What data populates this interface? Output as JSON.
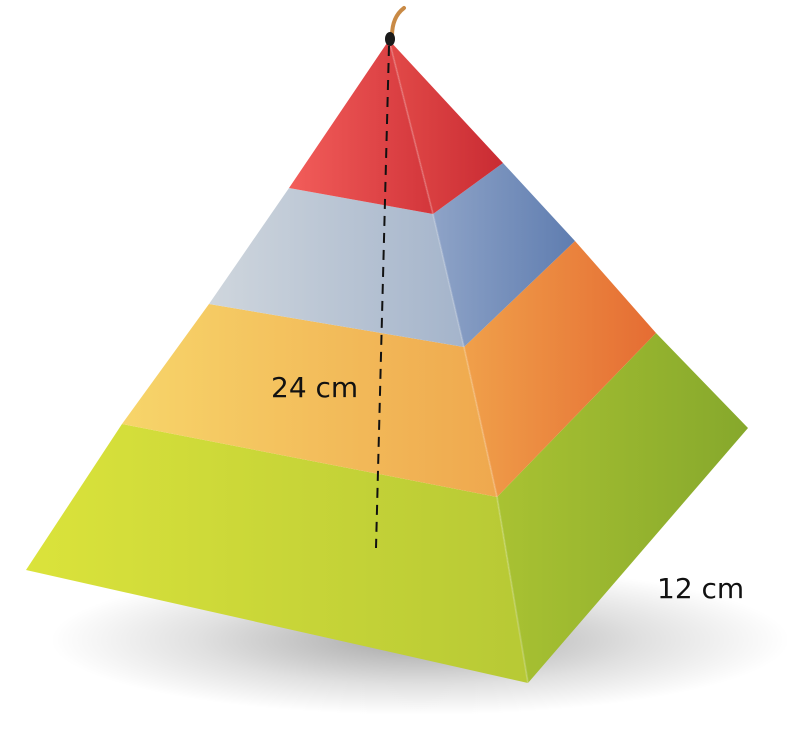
{
  "diagram": {
    "labels": {
      "height": "24 cm",
      "base_side": "12 cm"
    },
    "layers": [
      {
        "name": "top",
        "front_color": "#e0413f",
        "side_color": "#cf3036"
      },
      {
        "name": "upper-middle",
        "front_color": "#b4c0d2",
        "side_color": "#6f89b5"
      },
      {
        "name": "lower-middle",
        "front_color": "#f2b556",
        "side_color": "#e8783a"
      },
      {
        "name": "bottom",
        "front_color": "#c6d533",
        "side_color": "#8fb12f"
      }
    ],
    "wick_color": "#c98a45",
    "dash_color": "#111111"
  }
}
